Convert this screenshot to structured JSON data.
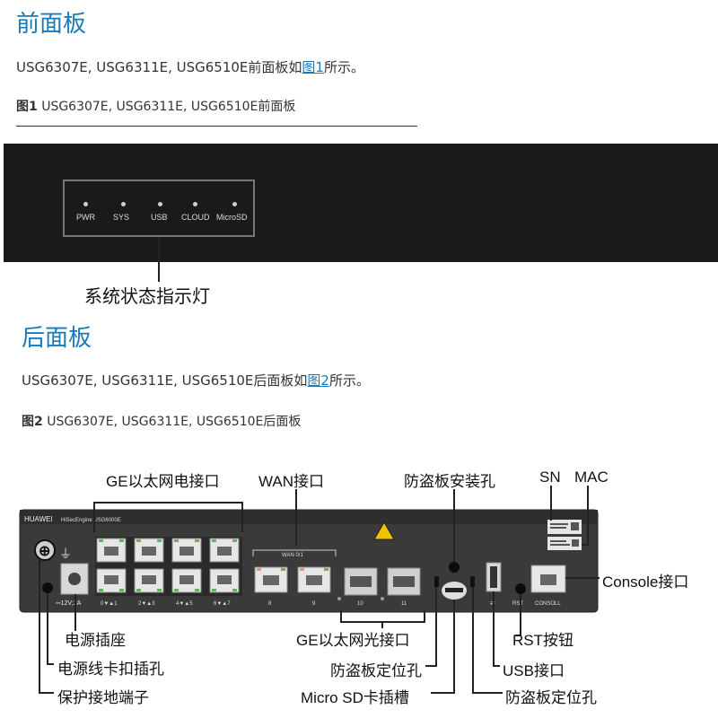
{
  "front": {
    "heading": "前面板",
    "para_prefix": "USG6307E, USG6311E, USG6510E前面板如",
    "para_link": "图1",
    "para_suffix": "所示。",
    "fig_num": "图1",
    "fig_title": " USG6307E, USG6311E, USG6510E前面板",
    "leds": [
      "PWR",
      "SYS",
      "USB",
      "CLOUD",
      "MicroSD"
    ],
    "callout": "系统状态指示灯"
  },
  "rear": {
    "heading": "后面板",
    "para_prefix": "USG6307E, USG6311E, USG6510E后面板如",
    "para_link": "图2",
    "para_suffix": "所示。",
    "fig_num": "图2",
    "fig_title": " USG6307E, USG6311E, USG6510E后面板",
    "device": {
      "brand": "HUAWEI",
      "model": "HiSecEngine USG6000E",
      "power_rating": "⎓12V;2A",
      "port_labels_bottom": [
        "0▼▲1",
        "2▼▲3",
        "4▼▲5",
        "6▼▲7"
      ],
      "wan_header": "WAN 0/1",
      "wan_ports": [
        "8",
        "9"
      ],
      "sfp_ports": [
        "10",
        "11"
      ],
      "rst": "RST",
      "console": "CONSOLL"
    },
    "callouts": {
      "ge_electric": "GE以太网电接口",
      "wan": "WAN接口",
      "antitheft_hole": "防盗板安装孔",
      "sn": "SN",
      "mac": "MAC",
      "console": "Console接口",
      "power_socket": "电源插座",
      "ge_optical": "GE以太网光接口",
      "rst": "RST按钮",
      "cable_clip": "电源线卡扣插孔",
      "antitheft_locate_left": "防盗板定位孔",
      "usb": "USB接口",
      "ground": "保护接地端子",
      "microsd": "Micro SD卡插槽",
      "antitheft_locate_right": "防盗板定位孔"
    }
  }
}
